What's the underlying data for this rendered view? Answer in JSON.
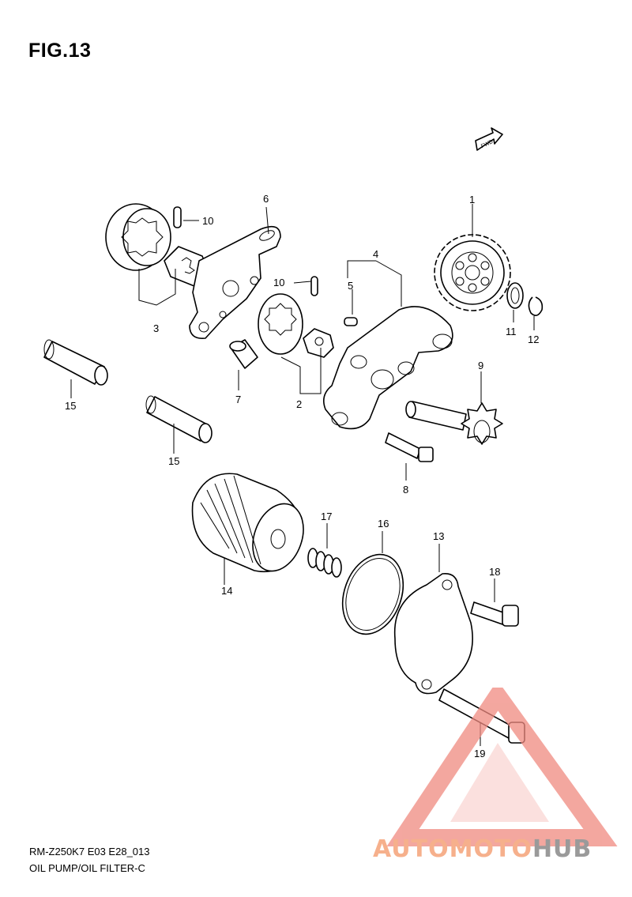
{
  "figure": {
    "title": "FIG.13",
    "model_code": "RM-Z250K7 E03 E28_013",
    "name": "OIL PUMP/OIL FILTER-C",
    "fwd_label": "FWD"
  },
  "callouts": [
    {
      "id": "c1",
      "label": "1"
    },
    {
      "id": "c2",
      "label": "2"
    },
    {
      "id": "c3",
      "label": "3"
    },
    {
      "id": "c4",
      "label": "4"
    },
    {
      "id": "c5",
      "label": "5"
    },
    {
      "id": "c6",
      "label": "6"
    },
    {
      "id": "c7",
      "label": "7"
    },
    {
      "id": "c8",
      "label": "8"
    },
    {
      "id": "c9",
      "label": "9"
    },
    {
      "id": "c10a",
      "label": "10"
    },
    {
      "id": "c10b",
      "label": "10"
    },
    {
      "id": "c11",
      "label": "11"
    },
    {
      "id": "c12",
      "label": "12"
    },
    {
      "id": "c13",
      "label": "13"
    },
    {
      "id": "c14",
      "label": "14"
    },
    {
      "id": "c15a",
      "label": "15"
    },
    {
      "id": "c15b",
      "label": "15"
    },
    {
      "id": "c16",
      "label": "16"
    },
    {
      "id": "c17",
      "label": "17"
    },
    {
      "id": "c18",
      "label": "18"
    },
    {
      "id": "c19",
      "label": "19"
    }
  ],
  "watermark": {
    "text_part1": "AUTOMOTO",
    "text_part2": "HUB",
    "color_primary": "#f08a80",
    "color_secondary": "#9a9a9a"
  }
}
